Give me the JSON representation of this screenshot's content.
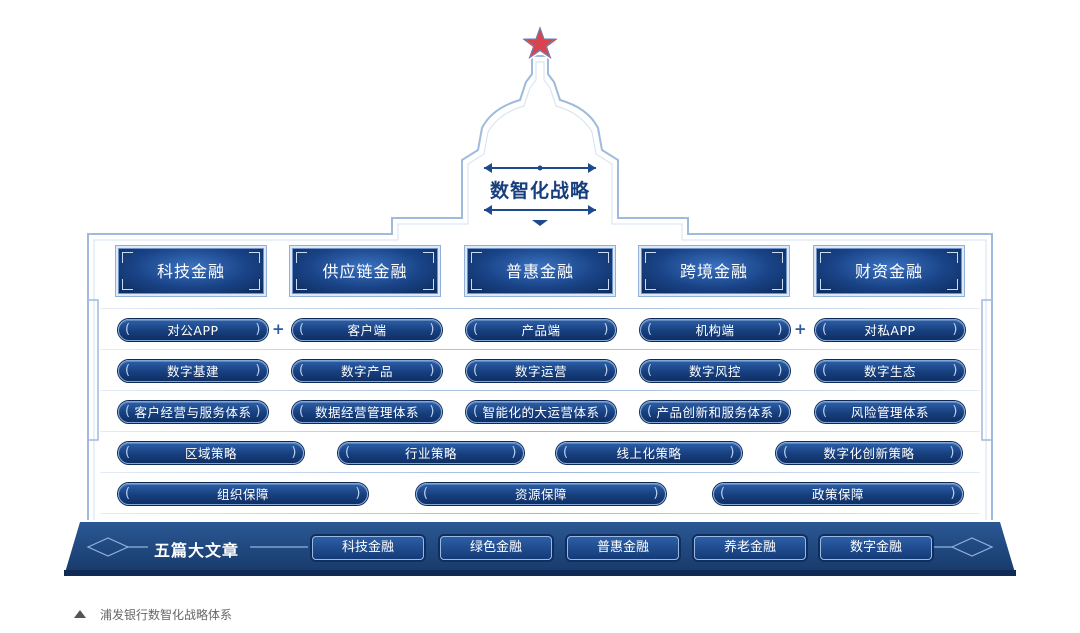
{
  "strategy_title": "数智化战略",
  "pillars": [
    "科技金融",
    "供应链金融",
    "普惠金融",
    "跨境金融",
    "财资金融"
  ],
  "row_channels": [
    "对公APP",
    "客户端",
    "产品端",
    "机构端",
    "对私APP"
  ],
  "row_digital": [
    "数字基建",
    "数字产品",
    "数字运营",
    "数字风控",
    "数字生态"
  ],
  "row_systems": [
    "客户经营与服务体系",
    "数据经营管理体系",
    "智能化的大运营体系",
    "产品创新和服务体系",
    "风险管理体系"
  ],
  "row_strategies": [
    "区域策略",
    "行业策略",
    "线上化策略",
    "数字化创新策略"
  ],
  "row_guarantees": [
    "组织保障",
    "资源保障",
    "政策保障"
  ],
  "base": {
    "title": "五篇大文章",
    "chapters": [
      "科技金融",
      "绿色金融",
      "普惠金融",
      "养老金融",
      "数字金融"
    ]
  },
  "caption": "浦发银行数智化战略体系",
  "colors": {
    "primary": "#173f7e",
    "outline": "#8fb0d9",
    "base": "#1e4a86"
  }
}
